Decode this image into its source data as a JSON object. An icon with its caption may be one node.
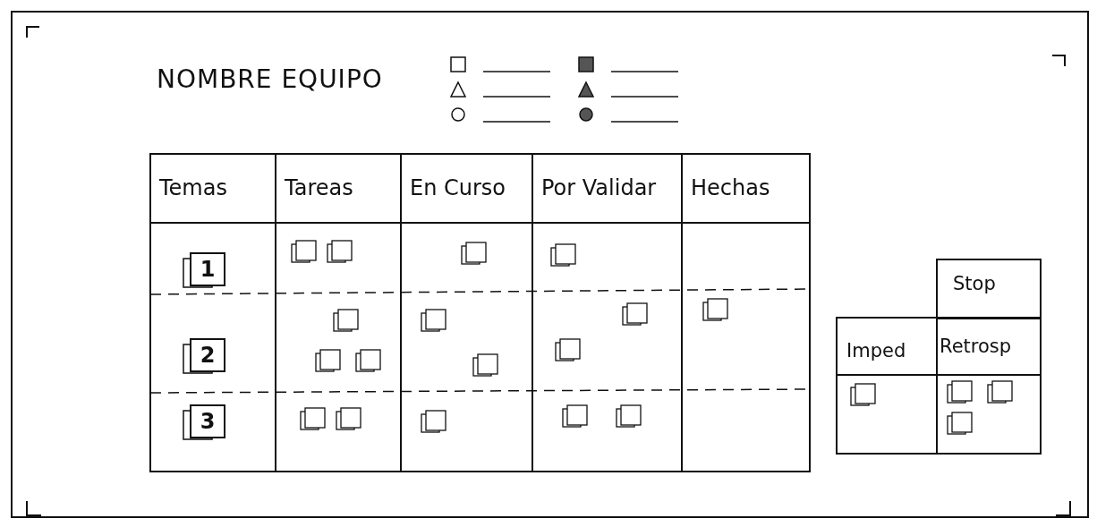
{
  "diagram": {
    "title": "NOMBRE EQUIPO",
    "labels": [
      "Temas",
      "Tareas",
      "En Curso",
      "Por Validar",
      "Hechas",
      "1",
      "2",
      "3",
      "Stop",
      "Imped",
      "Retrosp"
    ]
  }
}
